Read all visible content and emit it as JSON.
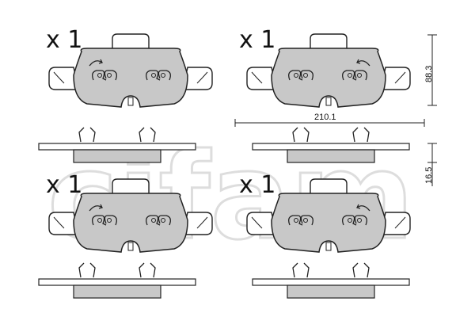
{
  "quantities": {
    "top_left": "x 1",
    "top_right": "x 1",
    "bottom_left": "x 1",
    "bottom_right": "x 1"
  },
  "dimensions": {
    "height": "88.3",
    "width": "210.1",
    "thickness": "16.5"
  },
  "watermark": {
    "text": "cifam"
  }
}
